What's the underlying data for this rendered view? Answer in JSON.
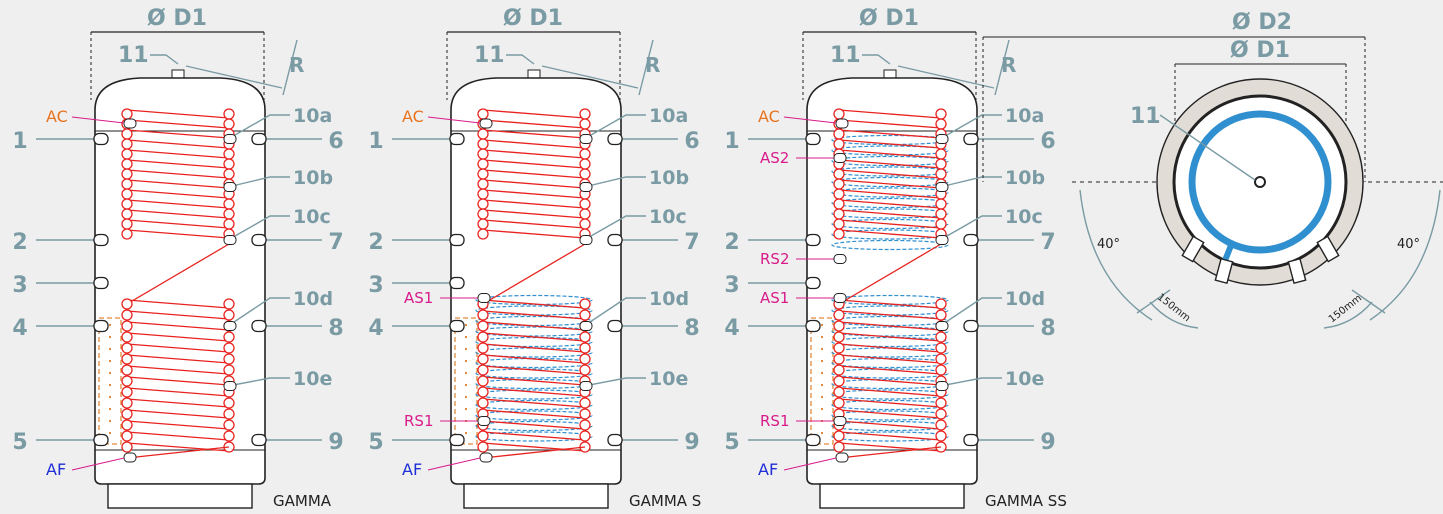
{
  "colors": {
    "background": "#efefef",
    "dimension_text": "#7a9ba4",
    "red_coil": "#e8231f",
    "blue_coil": "#2f8fcf",
    "sensor_orange": "#e08a3a",
    "label_AC": "#e8731f",
    "label_AF": "#1f2fd6",
    "label_magenta": "#d81b8a"
  },
  "tanks": [
    {
      "model": "GAMMA",
      "diameter": "Ø D1",
      "top_label": "11",
      "r_label": "R",
      "left_ports": [
        "1",
        "2",
        "3",
        "4",
        "5"
      ],
      "right_ports": [
        "6",
        "7",
        "8",
        "9"
      ],
      "callouts": [
        "10a",
        "10b",
        "10c",
        "10d",
        "10e"
      ],
      "ac": "AC",
      "af": "AF",
      "solar_labels": []
    },
    {
      "model": "GAMMA S",
      "diameter": "Ø D1",
      "top_label": "11",
      "r_label": "R",
      "left_ports": [
        "1",
        "2",
        "3",
        "4",
        "5"
      ],
      "right_ports": [
        "6",
        "7",
        "8",
        "9"
      ],
      "callouts": [
        "10a",
        "10b",
        "10c",
        "10d",
        "10e"
      ],
      "ac": "AC",
      "af": "AF",
      "solar_labels": [
        "AS1",
        "RS1"
      ]
    },
    {
      "model": "GAMMA SS",
      "diameter": "Ø D1",
      "top_label": "11",
      "r_label": "R",
      "left_ports": [
        "1",
        "2",
        "3",
        "4",
        "5"
      ],
      "right_ports": [
        "6",
        "7",
        "8",
        "9"
      ],
      "callouts": [
        "10a",
        "10b",
        "10c",
        "10d",
        "10e"
      ],
      "ac": "AC",
      "af": "AF",
      "solar_labels": [
        "AS2",
        "RS2",
        "AS1",
        "RS1"
      ]
    }
  ],
  "top_view": {
    "d2_label": "Ø D2",
    "d1_label": "Ø D1",
    "center_label": "11",
    "angle_left": "40°",
    "angle_right": "40°",
    "dist_left": "150mm",
    "dist_right": "150mm"
  }
}
